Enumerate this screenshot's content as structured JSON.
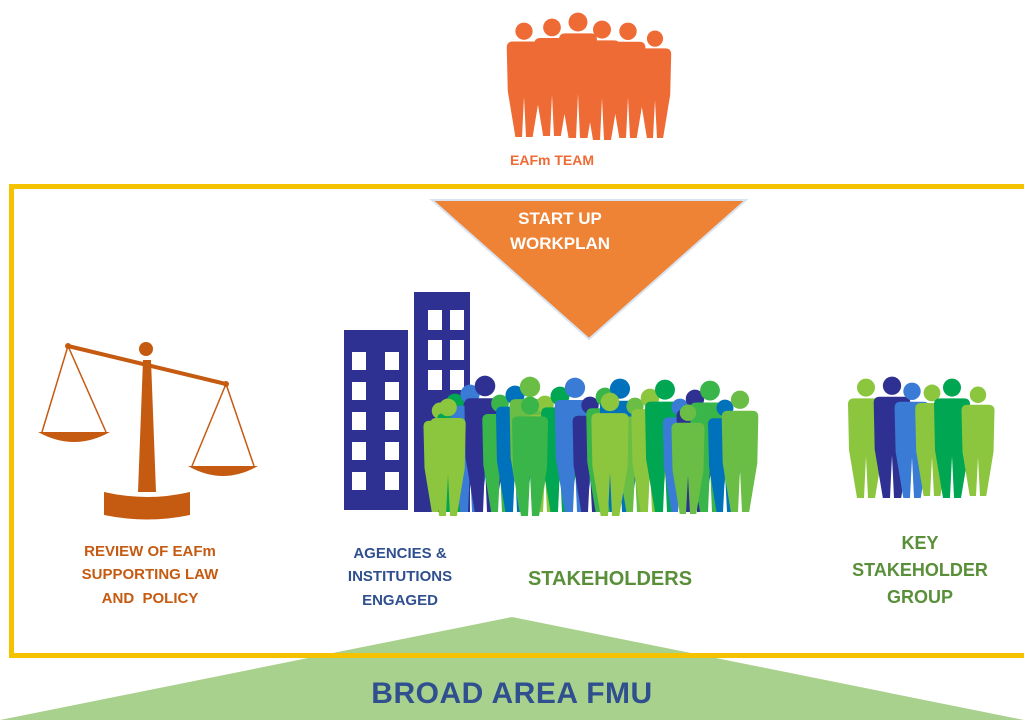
{
  "team": {
    "label": "EAFm TEAM"
  },
  "startup": {
    "line1": "START UP",
    "line2": "WORKPLAN"
  },
  "law": {
    "line1": "REVIEW OF EAFm",
    "line2": "SUPPORTING LAW",
    "line3": "AND  POLICY"
  },
  "agencies": {
    "line1": "AGENCIES &",
    "line2": "INSTITUTIONS",
    "line3": "ENGAGED"
  },
  "stakeholders": {
    "label": "STAKEHOLDERS"
  },
  "key_group": {
    "line1": "KEY",
    "line2": "STAKEHOLDER",
    "line3": "GROUP"
  },
  "fmu": {
    "label": "BROAD AREA FMU"
  },
  "colors": {
    "frame": "#f5c200",
    "team": "#ef6b35",
    "startup": "#ee8235",
    "law": "#c55a11",
    "agency": "#2e3192",
    "stakeholder_green": "#5a8f3a",
    "fmu_fill": "#a9d18e",
    "fmu_text": "#2f4f8f"
  },
  "icons": [
    "people-group-icon",
    "scales-of-justice-icon",
    "buildings-icon",
    "crowd-icon",
    "small-group-icon"
  ]
}
